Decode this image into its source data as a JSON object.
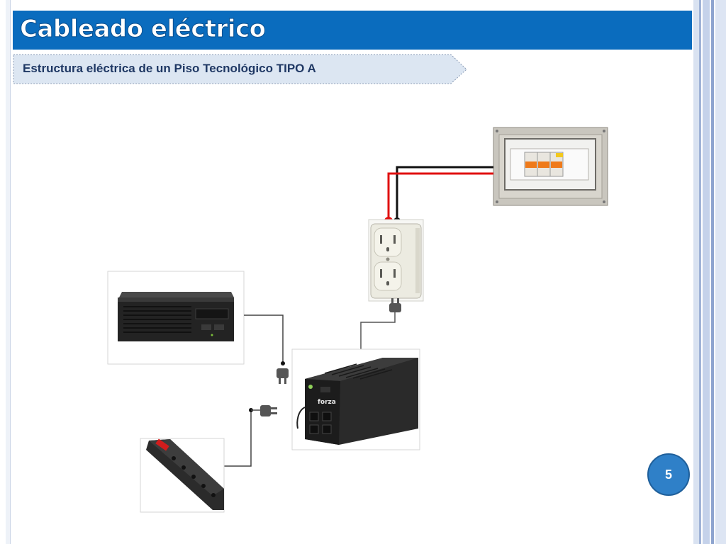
{
  "slide": {
    "title": "Cableado eléctrico",
    "subtitle": "Estructura eléctrica de un Piso Tecnológico TIPO A",
    "page_number": "5"
  },
  "devices": {
    "breaker_panel": {
      "icon": "breaker-panel-photo"
    },
    "wall_outlet": {
      "icon": "duplex-outlet-photo"
    },
    "server": {
      "icon": "rack-server-photo"
    },
    "ups": {
      "icon": "ups-photo",
      "brand": "forza"
    },
    "power_strip": {
      "icon": "power-strip-photo"
    }
  },
  "colors": {
    "title_bar": "#0a6cbe",
    "subtitle_text": "#1f3864",
    "wire_live": "#e01010",
    "wire_neutral": "#111111",
    "page_badge": "#2f80c8"
  }
}
